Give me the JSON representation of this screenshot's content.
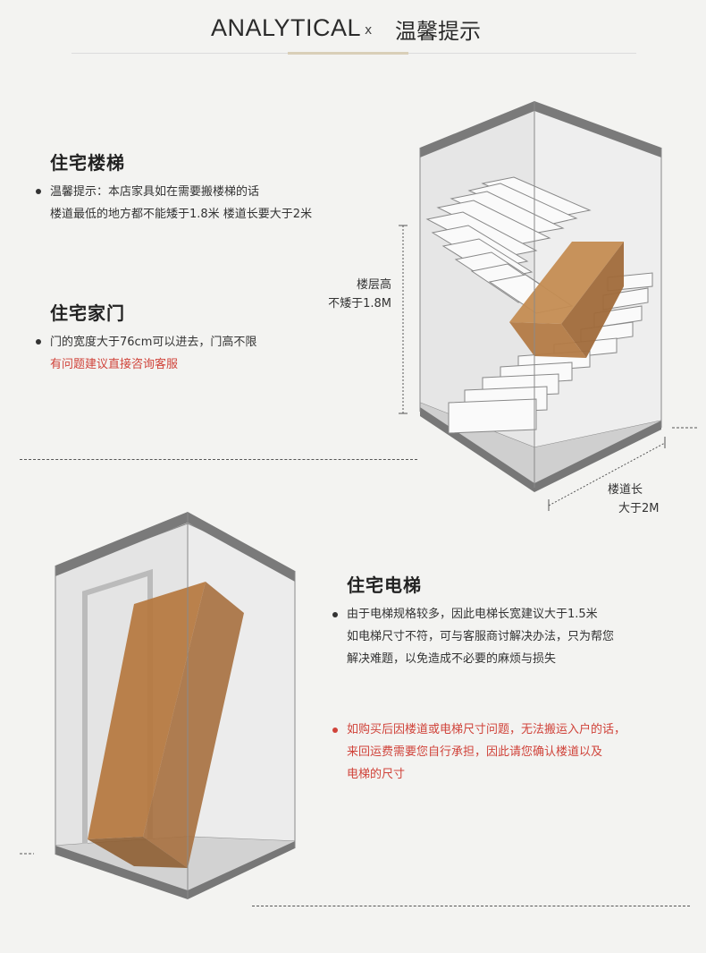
{
  "header": {
    "title_en": "ANALYTICAL",
    "separator": "x",
    "title_cn": "温馨提示"
  },
  "stairs": {
    "heading": "住宅楼梯",
    "lines": [
      "温馨提示：本店家具如在需要搬楼梯的话",
      "楼道最低的地方都不能矮于1.8米 楼道长要大于2米"
    ],
    "height_label": [
      "楼层高",
      "不矮于1.8M"
    ],
    "length_label": [
      "楼道长",
      "大于2M"
    ]
  },
  "door": {
    "heading": "住宅家门",
    "line": "门的宽度大于76cm可以进去，门高不限",
    "note": "有问题建议直接咨询客服"
  },
  "elevator": {
    "heading": "住宅电梯",
    "lines": [
      "由于电梯规格较多，因此电梯长宽建议大于1.5米",
      "如电梯尺寸不符，可与客服商讨解决办法，只为帮您",
      "解决难题，以免造成不必要的麻烦与损失"
    ],
    "warning": [
      "如购买后因楼道或电梯尺寸问题，无法搬运入户的话，",
      "来回运费需要您自行承担，因此请您确认楼道以及",
      "电梯的尺寸"
    ]
  },
  "colors": {
    "accent_red": "#d0433a",
    "box_brown": "#b5804d",
    "frame_gray": "#777777"
  }
}
